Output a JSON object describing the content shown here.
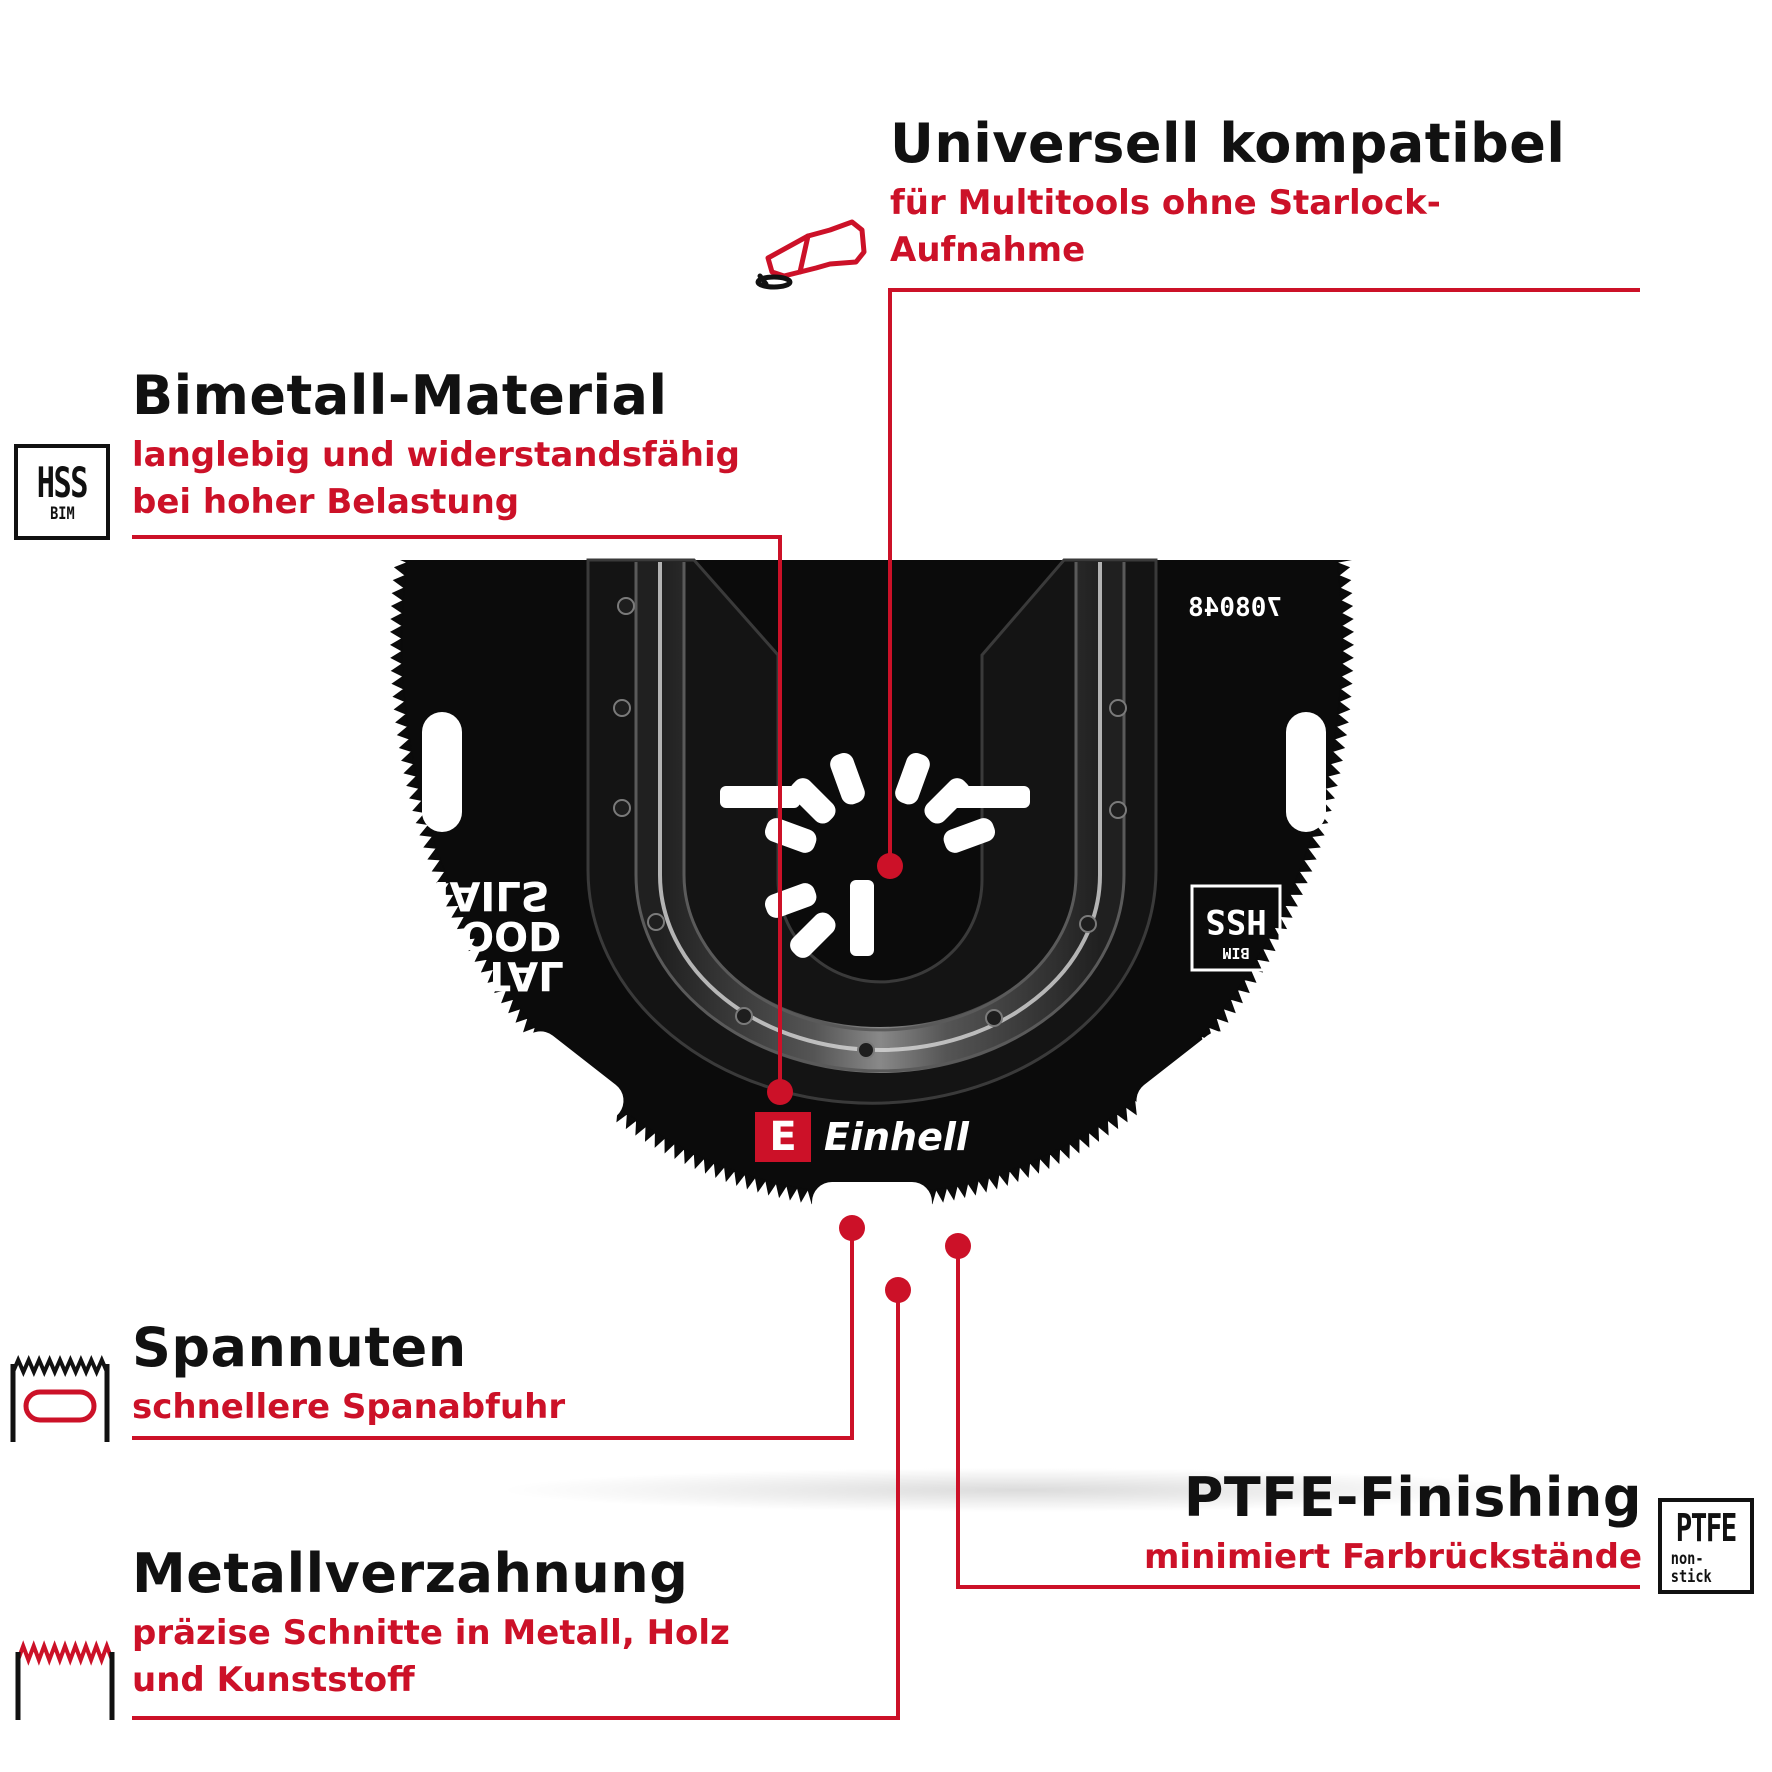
{
  "features": [
    {
      "id": "compat",
      "title": "Universell kompatibel",
      "desc": [
        "für Multitools ohne Starlock-",
        "Aufnahme"
      ]
    },
    {
      "id": "bimetal",
      "title": "Bimetall-Material",
      "desc": [
        "langlebig und widerstandsfähig",
        "bei hoher Belastung"
      ]
    },
    {
      "id": "spannuten",
      "title": "Spannuten",
      "desc": [
        "schnellere Spanabfuhr"
      ]
    },
    {
      "id": "ptfe",
      "title": "PTFE-Finishing",
      "desc": [
        "minimiert Farbrückstände"
      ]
    },
    {
      "id": "teeth",
      "title": "Metallverzahnung",
      "desc": [
        "präzise Schnitte in Metall, Holz",
        "und Kunststoff"
      ]
    }
  ],
  "badges": {
    "hss": {
      "main": "HSS",
      "sub": "BIM"
    },
    "ptfe": {
      "main": "PTFE",
      "sub": "non-stick"
    }
  },
  "blade": {
    "brand": "Einhell",
    "brand_mark": "E",
    "part_number": "708048",
    "material_text": [
      "METAL",
      "WOOD",
      "NAILS"
    ],
    "stamp": {
      "main": "HSS",
      "sub": "BIM"
    }
  },
  "colors": {
    "accent": "#cc1128",
    "text": "#111111",
    "blade": "#0b0b0b",
    "background": "#ffffff"
  }
}
